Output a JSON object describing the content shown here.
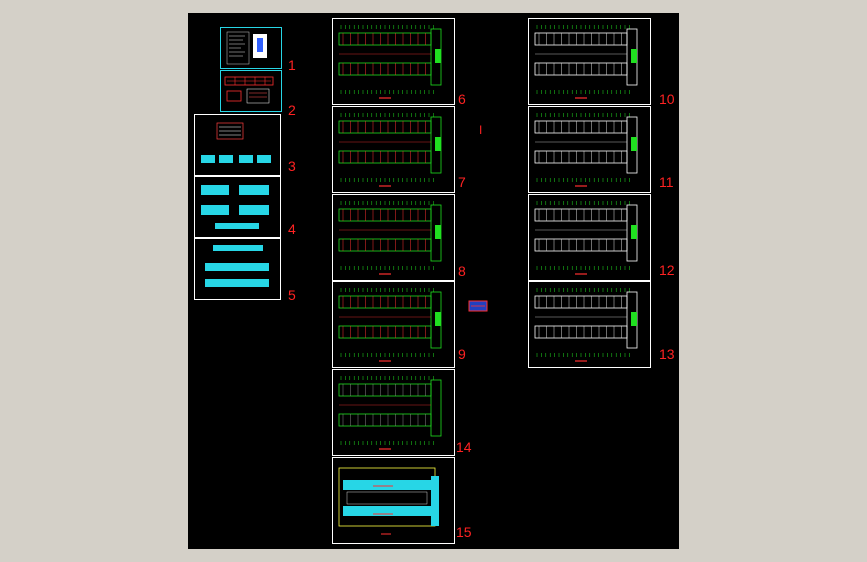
{
  "colors": {
    "background": "#000000",
    "sheet_border": "#ffffff",
    "number_color": "#ff2222",
    "plan_green": "#20e020",
    "plan_red": "#ff3030",
    "cyan": "#27d6e6",
    "panel_bg": "#d4d0c8"
  },
  "drawing_numbers": [
    "1",
    "2",
    "3",
    "4",
    "5",
    "6",
    "7",
    "8",
    "9",
    "10",
    "11",
    "12",
    "13",
    "14",
    "15"
  ],
  "center_marker": "I"
}
